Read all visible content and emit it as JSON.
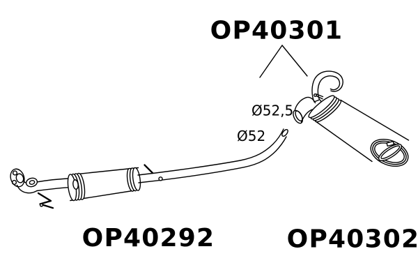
{
  "page": {
    "background_color": "#ffffff",
    "line_color": "#000000",
    "text_color": "#000000"
  },
  "labels": {
    "part_top": "OP40301",
    "part_bottom_left": "OP40292",
    "part_bottom_right": "OP40302",
    "diameter_rear_inlet": "Ø52,5",
    "diameter_mid_pipe": "Ø52"
  }
}
